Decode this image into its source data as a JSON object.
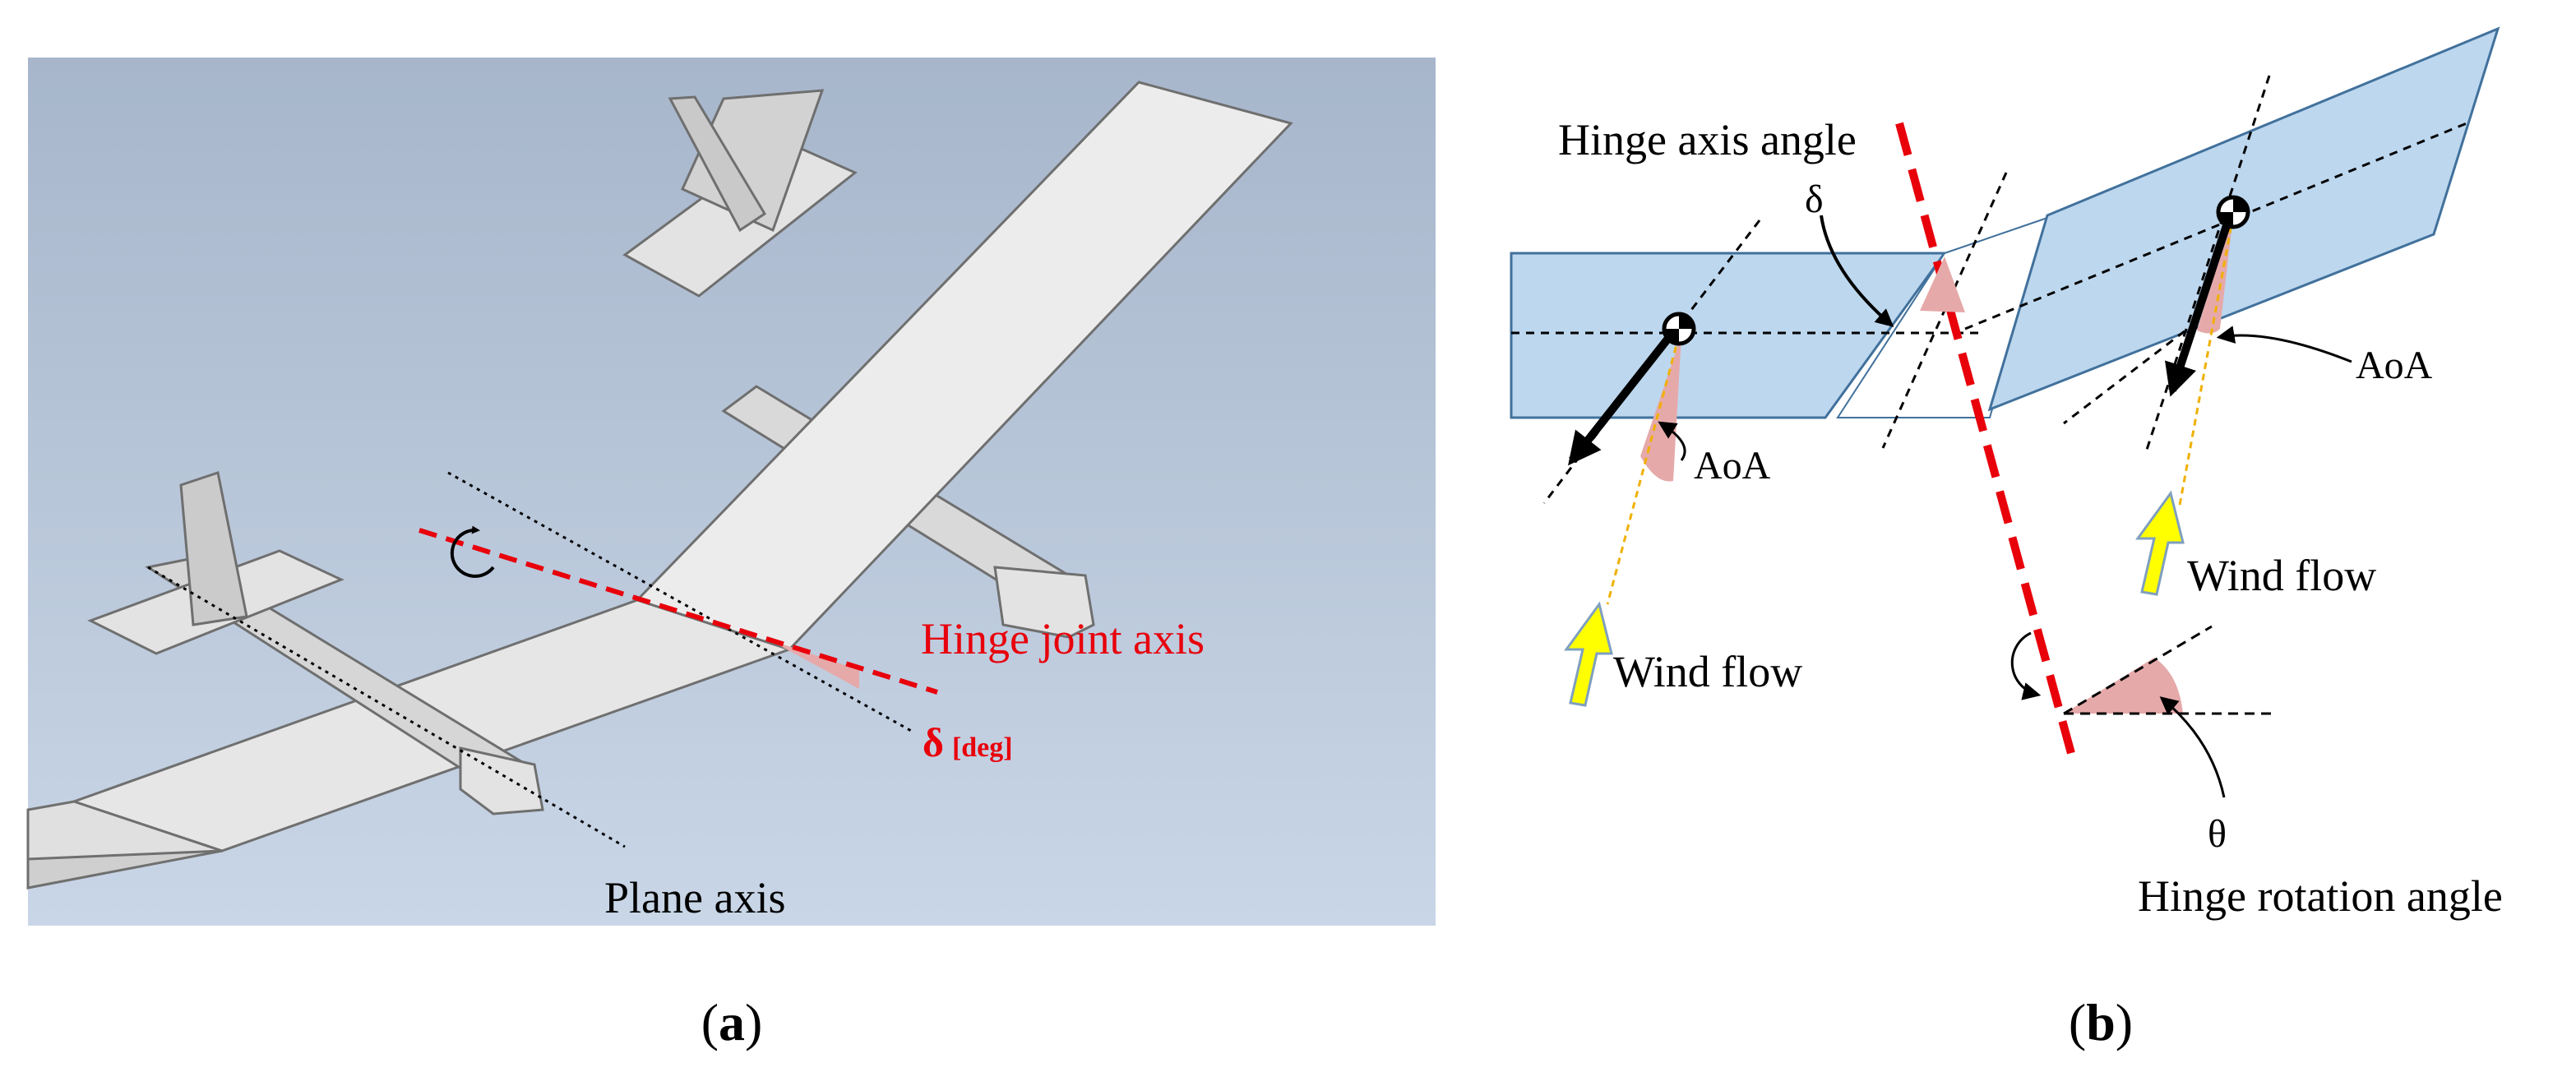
{
  "panel_a": {
    "hinge_label": "Hinge joint axis",
    "delta_symbol": "δ",
    "delta_unit": "[deg]",
    "plane_axis_label": "Plane axis",
    "caption_open": "(",
    "caption_letter": "a",
    "caption_close": ")"
  },
  "panel_b": {
    "hinge_axis_angle_label": "Hinge axis angle",
    "delta_symbol": "δ",
    "aoa_left": "AoA",
    "aoa_right": "AoA",
    "wind_left": "Wind flow",
    "wind_right": "Wind flow",
    "theta_symbol": "θ",
    "hinge_rotation_label": "Hinge rotation angle",
    "caption_open": "(",
    "caption_letter": "b",
    "caption_close": ")"
  },
  "colors": {
    "hinge_red": "#e8000b",
    "wing_blue": "#bdd7ee",
    "wing_edge": "#41719c",
    "angle_pink": "#e6a9a9",
    "arrow_yellow": "#ffff00",
    "sky_top": "#a9b7cc",
    "sky_bottom": "#c6d3e5"
  }
}
